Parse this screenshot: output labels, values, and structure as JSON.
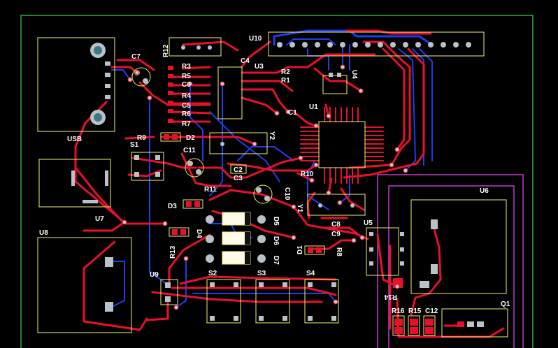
{
  "board": {
    "colors": {
      "background": "#000000",
      "board_outline": "#2fae3a",
      "keepout": "#c23cc8",
      "top_copper": "#e8102a",
      "bottom_copper": "#1d3df0",
      "silkscreen": "#f2f26a",
      "labels": "#ffffff",
      "pads": "#b9c2c8"
    },
    "labels": {
      "USB": "USB",
      "U7": "U7",
      "U8": "U8",
      "U9": "U9",
      "U10": "U10",
      "U3": "U3",
      "U4": "U4",
      "U1": "U1",
      "U5": "U5",
      "U6": "U6",
      "S1": "S1",
      "S2": "S2",
      "S3": "S3",
      "S4": "S4",
      "Y1": "Y1",
      "Y2": "Y2",
      "Q1": "Q1",
      "C1": "C1",
      "C2": "C2",
      "C3": "C3",
      "C4": "C4",
      "C5": "C5",
      "C6": "C6",
      "C7": "C7",
      "C8": "C8",
      "C9": "C9",
      "C10": "C10",
      "C11": "C11",
      "C12": "C12",
      "R1": "R1",
      "R2": "R2",
      "R3": "R3",
      "R4": "R4",
      "R5": "R5",
      "R6": "R6",
      "R7": "R7",
      "R8": "R8",
      "R9": "R9",
      "R10": "R10",
      "R11": "R11",
      "R12": "R12",
      "R13": "R13",
      "R14": "R14",
      "R15": "R15",
      "R16": "R16",
      "D1": "D1",
      "D2": "D2",
      "D3": "D3",
      "D4": "D4",
      "D5": "D5",
      "D6": "D6",
      "D7": "D7"
    }
  }
}
